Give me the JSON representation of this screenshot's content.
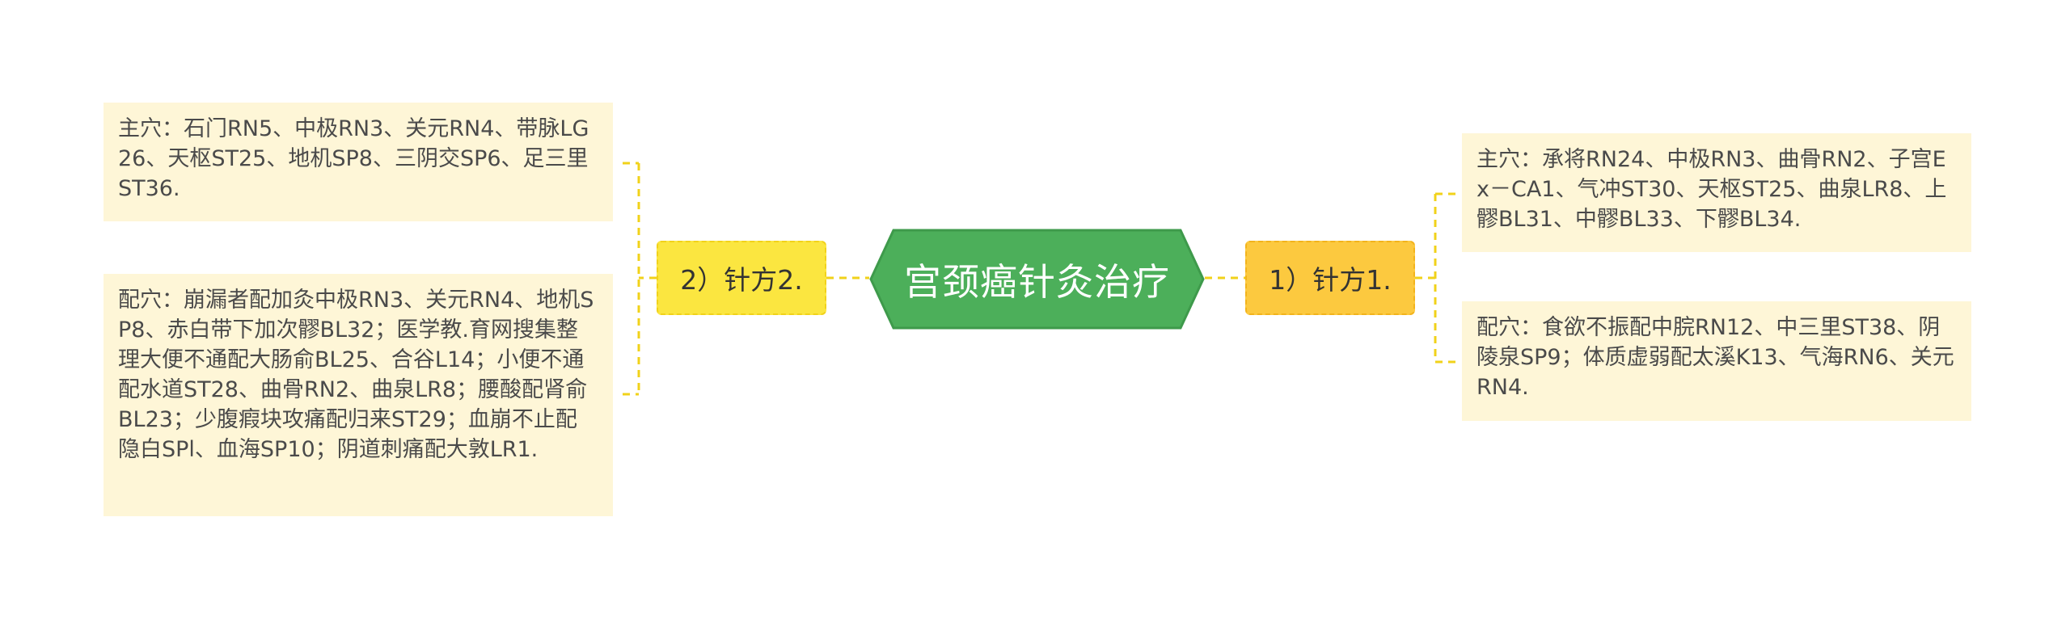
{
  "diagram": {
    "type": "mind-map",
    "colors": {
      "root_fill": "#4caf5a",
      "root_border": "#3e9a4b",
      "left_branch_fill": "#fbe640",
      "right_branch_fill": "#fcc93f",
      "leaf_fill": "#fef6d7",
      "connector": "#f1d21a"
    },
    "root": {
      "label": "宫颈癌针灸治疗"
    },
    "branches": [
      {
        "side": "right",
        "label": "1）针方1.",
        "leaves": [
          {
            "text": "主穴：承将RN24、中极RN3、曲骨RN2、子宫Ex－CA1、气冲ST30、天枢ST25、曲泉LR8、上髎BL31、中髎BL33、下髎BL34."
          },
          {
            "text": "配穴：食欲不振配中脘RN12、中三里ST38、阴陵泉SP9；体质虚弱配太溪K13、气海RN6、关元RN4."
          }
        ]
      },
      {
        "side": "left",
        "label": "2）针方2.",
        "leaves": [
          {
            "text": "主穴：石门RN5、中极RN3、关元RN4、带脉LG26、天枢ST25、地机SP8、三阴交SP6、足三里ST36."
          },
          {
            "text": "配穴：崩漏者配加灸中极RN3、关元RN4、地机SP8、赤白带下加次髎BL32；医学教.育网搜集整理大便不通配大肠俞BL25、合谷L14；小便不通配水道ST28、曲骨RN2、曲泉LR8；腰酸配肾俞BL23；少腹瘕块攻痛配归来ST29；血崩不止配隐白SPl、血海SP10；阴道刺痛配大敦LR1."
          }
        ]
      }
    ]
  }
}
